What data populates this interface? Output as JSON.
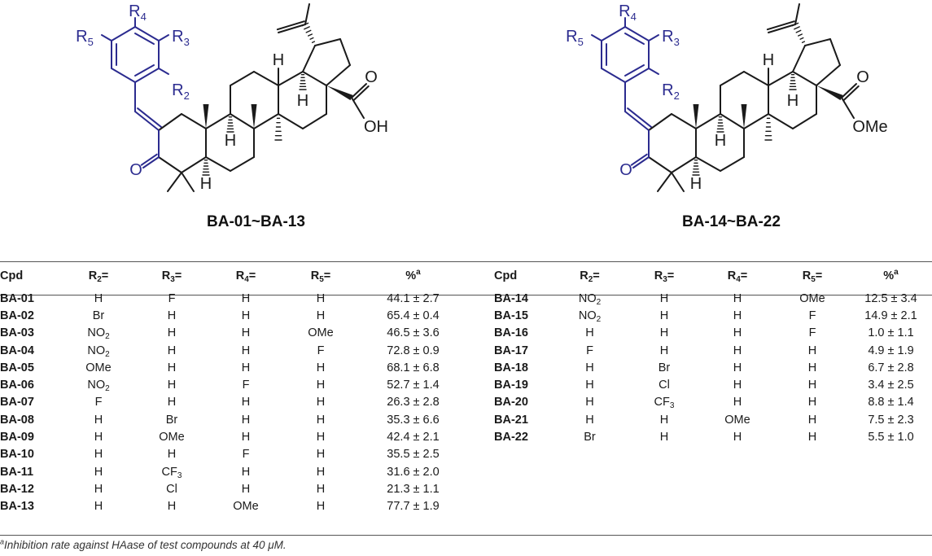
{
  "structure_left": {
    "caption": "BA-01~BA-13",
    "substituents": [
      "R",
      "R",
      "R",
      "R"
    ],
    "sub_idx": [
      "4",
      "5",
      "3",
      "2"
    ],
    "oh": "OH",
    "o_acid": "O",
    "o_ketone": "O",
    "h1": "H",
    "h2": "H",
    "h3": "H",
    "h4": "H"
  },
  "structure_right": {
    "caption": "BA-14~BA-22",
    "substituents": [
      "R",
      "R",
      "R",
      "R"
    ],
    "sub_idx": [
      "4",
      "5",
      "3",
      "2"
    ],
    "ome": "OMe",
    "o_ester": "O",
    "o_ketone": "O",
    "h1": "H",
    "h2": "H",
    "h3": "H",
    "h4": "H"
  },
  "table": {
    "headers": [
      "Cpd",
      "R",
      "R",
      "R",
      "R",
      "%"
    ],
    "header_subs": [
      "",
      "2",
      "3",
      "4",
      "5",
      ""
    ],
    "header_suffix": "=",
    "header_sup": "a",
    "left_rows": [
      [
        "BA-01",
        "H",
        "F",
        "H",
        "H",
        "44.1 ± 2.7"
      ],
      [
        "BA-02",
        "Br",
        "H",
        "H",
        "H",
        "65.4 ± 0.4"
      ],
      [
        "BA-03",
        "NO|2",
        "H",
        "H",
        "OMe",
        "46.5 ± 3.6"
      ],
      [
        "BA-04",
        "NO|2",
        "H",
        "H",
        "F",
        "72.8 ± 0.9"
      ],
      [
        "BA-05",
        "OMe",
        "H",
        "H",
        "H",
        "68.1 ± 6.8"
      ],
      [
        "BA-06",
        "NO|2",
        "H",
        "F",
        "H",
        "52.7 ± 1.4"
      ],
      [
        "BA-07",
        "F",
        "H",
        "H",
        "H",
        "26.3 ± 2.8"
      ],
      [
        "BA-08",
        "H",
        "Br",
        "H",
        "H",
        "35.3 ± 6.6"
      ],
      [
        "BA-09",
        "H",
        "OMe",
        "H",
        "H",
        "42.4 ± 2.1"
      ],
      [
        "BA-10",
        "H",
        "H",
        "F",
        "H",
        "35.5 ± 2.5"
      ],
      [
        "BA-11",
        "H",
        "CF|3",
        "H",
        "H",
        "31.6 ± 2.0"
      ],
      [
        "BA-12",
        "H",
        "Cl",
        "H",
        "H",
        "21.3 ± 1.1"
      ],
      [
        "BA-13",
        "H",
        "H",
        "OMe",
        "H",
        "77.7 ± 1.9"
      ]
    ],
    "right_rows": [
      [
        "BA-14",
        "NO|2",
        "H",
        "H",
        "OMe",
        "12.5 ± 3.4"
      ],
      [
        "BA-15",
        "NO|2",
        "H",
        "H",
        "F",
        "14.9 ± 2.1"
      ],
      [
        "BA-16",
        "H",
        "H",
        "H",
        "F",
        "1.0 ± 1.1"
      ],
      [
        "BA-17",
        "F",
        "H",
        "H",
        "H",
        "4.9 ± 1.9"
      ],
      [
        "BA-18",
        "H",
        "Br",
        "H",
        "H",
        "6.7 ± 2.8"
      ],
      [
        "BA-19",
        "H",
        "Cl",
        "H",
        "H",
        "3.4 ± 2.5"
      ],
      [
        "BA-20",
        "H",
        "CF|3",
        "H",
        "H",
        "8.8 ± 1.4"
      ],
      [
        "BA-21",
        "H",
        "H",
        "OMe",
        "H",
        "7.5 ± 2.3"
      ],
      [
        "BA-22",
        "Br",
        "H",
        "H",
        "H",
        "5.5 ± 1.0"
      ]
    ]
  },
  "footnote": {
    "mark": "a",
    "text": "Inhibition rate against HAase of test compounds at 40 μM."
  },
  "colors": {
    "bond": "#1a1a1a",
    "aryl": "#2b2b8f",
    "rule": "#555555"
  }
}
